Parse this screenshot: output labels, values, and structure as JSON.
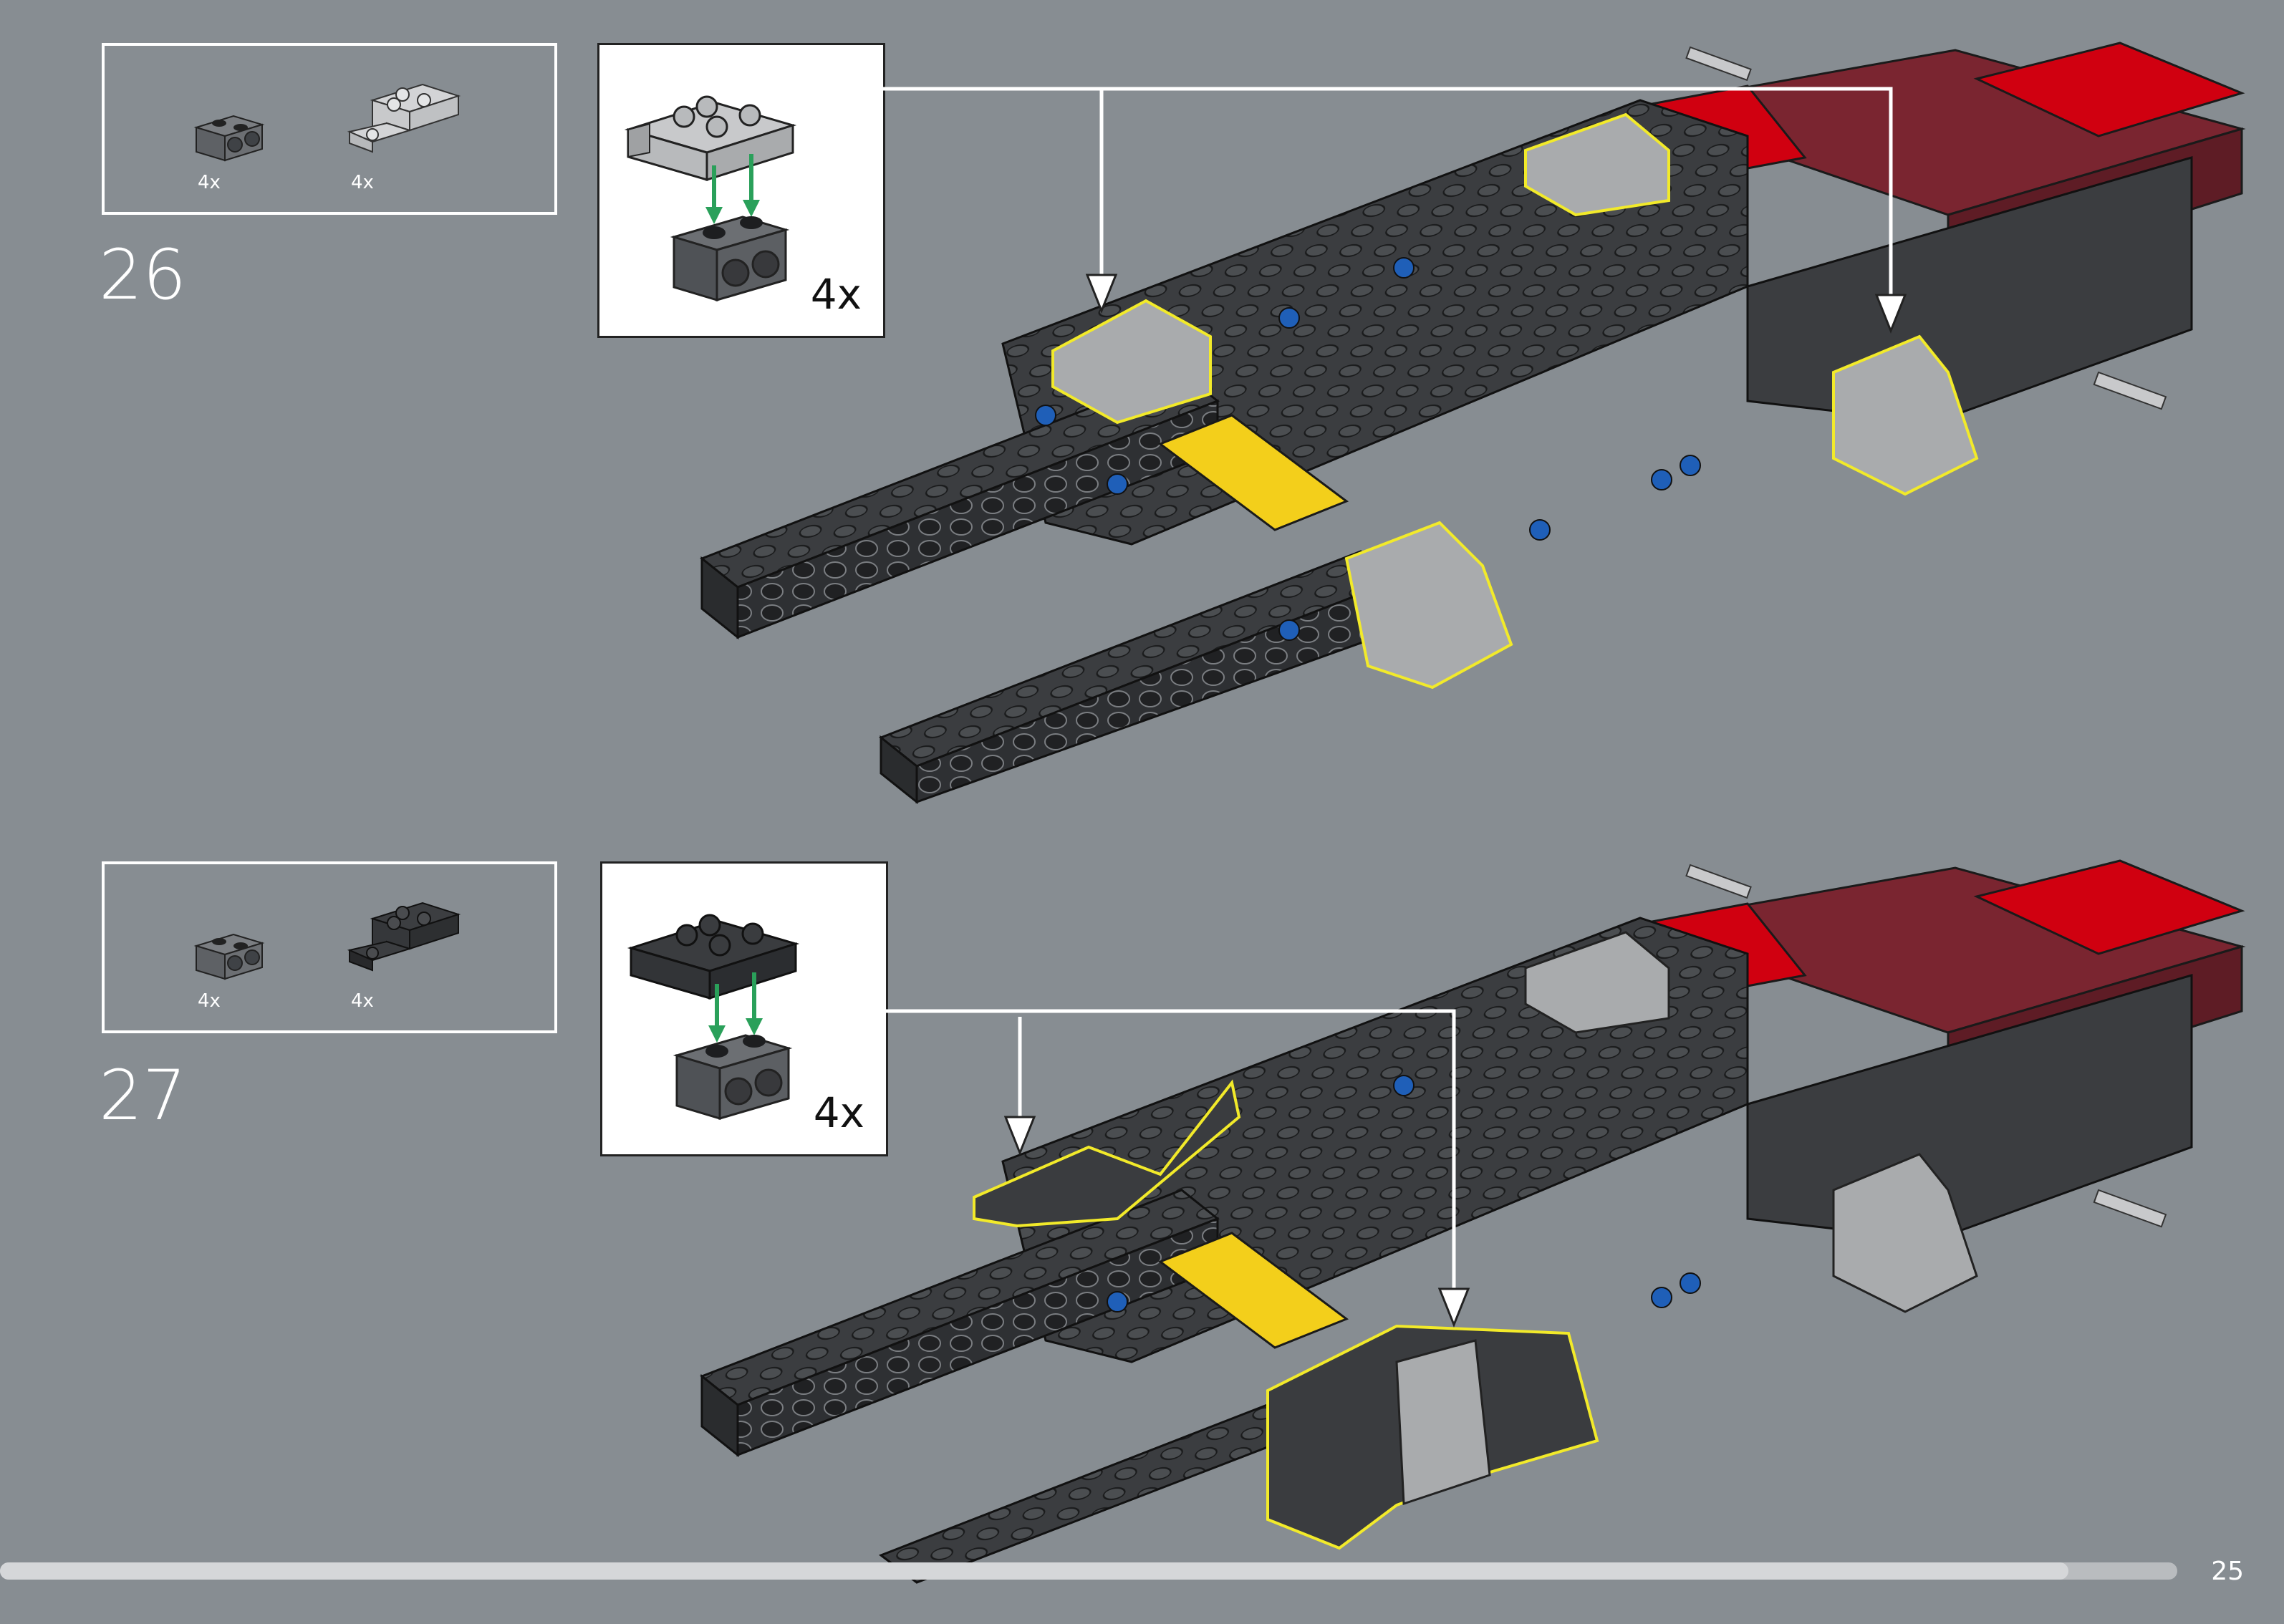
{
  "steps": [
    {
      "number": "26",
      "parts": [
        {
          "qty": "4x",
          "icon": "dark-grey-technic-brick-1x2-icon"
        },
        {
          "qty": "4x",
          "icon": "light-grey-bracket-icon"
        }
      ],
      "callout": {
        "qty": "4x"
      }
    },
    {
      "number": "27",
      "parts": [
        {
          "qty": "4x",
          "icon": "dark-grey-technic-brick-1x2-icon"
        },
        {
          "qty": "4x",
          "icon": "black-bracket-icon"
        }
      ],
      "callout": {
        "qty": "4x"
      }
    }
  ],
  "page": {
    "number": "25",
    "progress": 0.95
  },
  "colors": {
    "background": "#878d92",
    "frame_dark": "#3a3c3f",
    "stud_red": "#d00010",
    "dark_red": "#7a2530",
    "yellow": "#f3cf1b",
    "blue_pin": "#1f5fb8",
    "highlight": "#f2ea2a",
    "arrow_green": "#2aa05a"
  }
}
